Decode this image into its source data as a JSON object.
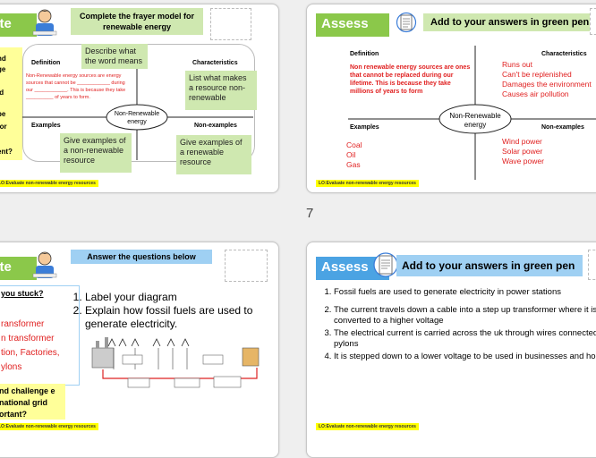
{
  "page_number": "7",
  "slide1": {
    "title_partial": "late",
    "header": "Complete the frayer model for renewable energy",
    "left_partial": [
      "nd",
      "ge",
      "ld",
      "be",
      "for",
      "ent?"
    ],
    "definition_label": "Definition",
    "characteristics_label": "Characteristics",
    "examples_label": "Examples",
    "non_examples_label": "Non-examples",
    "center_label": "Non-Renewable energy",
    "note_define": "Describe what the word means",
    "note_characteristics": "List what makes a resource non-renewable",
    "note_examples": "Give examples of a non-renewable resource",
    "note_non_examples": "Give examples of a renewable resource",
    "definition_text": "Non-Renewable energy sources are energy sources that cannot be ____________ during our ____________. This is because they take __________ of years to form.",
    "lo": "LO:Evaluate non-renewable energy resources"
  },
  "slide2": {
    "title": "Assess",
    "header": "Add to your answers in green pen",
    "definition_label": "Definition",
    "characteristics_label": "Characteristics",
    "examples_label": "Examples",
    "non_examples_label": "Non-examples",
    "center_label": "Non-Renewable energy",
    "definition_text": "Non renewable energy sources are ones that cannot be replaced during our lifetime. This is because they take millions of years to form",
    "characteristics": [
      "Runs out",
      "Can't be replenished",
      "Damages the environment",
      "Causes air pollution"
    ],
    "examples": [
      "Coal",
      "Oil",
      "Gas"
    ],
    "non_examples": [
      "Wind power",
      "Solar power",
      "Wave power"
    ],
    "lo": "LO:Evaluate non-renewable energy resources"
  },
  "slide3": {
    "title_partial": "late",
    "header": "Answer the questions below",
    "stuck_label": "you stuck?",
    "stuck_items": [
      "ransformer",
      "n transformer",
      "tion, Factories,",
      "ylons"
    ],
    "challenge": "nd challenge e national grid ortant?",
    "questions": [
      "Label your diagram",
      "Explain how fossil fuels are used to generate electricity."
    ],
    "lo": "LO:Evaluate non-renewable energy resources"
  },
  "slide4": {
    "title": "Assess",
    "header": "Add to your answers in green pen",
    "answers": [
      "Fossil fuels are used to generate electricity in power stations",
      "The current travels down a cable into a step up transformer where it is converted to a higher voltage",
      "The electrical current is carried across the uk through wires connected to pylons",
      "It is stepped down to a lower voltage to be used in businesses and houses"
    ],
    "lo": "LO:Evaluate non-renewable energy resources"
  },
  "colors": {
    "assess": "#8bc84a",
    "header_green": "#cfe8b0",
    "header_blue": "#9fd0f3",
    "red": "#e02020",
    "lo": "#ffff00"
  }
}
